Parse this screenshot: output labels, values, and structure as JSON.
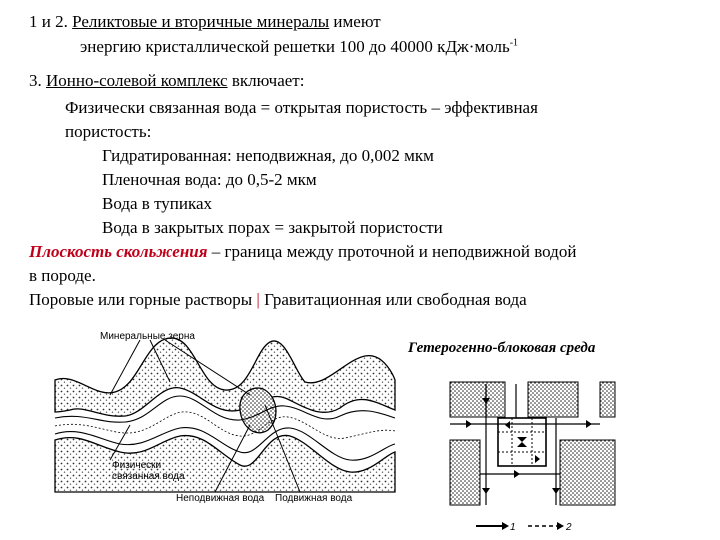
{
  "text": {
    "l1_prefix": "1 и 2. ",
    "l1_link": "Реликтовые и вторичные минералы",
    "l1_suffix": " имеют",
    "l2_main": "энергию кристаллической решетки 100  до 40000 кДж·моль",
    "l2_sup": "-1",
    "l3_prefix": "3. ",
    "l3_link": "Ионно-солевой комплекс",
    "l3_suffix": " включает:",
    "l4": "Физически связанная вода = открытая пористость – эффективная",
    "l5": "пористость:",
    "l6": "Гидратированная: неподвижная, до 0,002 мкм",
    "l7": "Пленочная вода: до 0,5-2 мкм",
    "l8": "Вода в тупиках",
    "l9": "Вода в закрытых порах = закрытой пористости",
    "l10_red": "Плоскость скольжения",
    "l10_rest": " – граница между проточной и неподвижной водой",
    "l11": "в породе.",
    "l12_a": "Поровые или горные растворы ",
    "l12_sep": "|",
    "l12_b": " Гравитационная или свободная вода"
  },
  "figure_left": {
    "label_grains": "Минеральные зерна",
    "label_bound_1": "Физически",
    "label_bound_2": "связанная вода",
    "label_immobile": "Неподвижная вода",
    "label_mobile": "Подвижная вода"
  },
  "figure_right": {
    "caption": "Гетерогенно-блоковая среда",
    "legend_1": "1",
    "legend_2": "2"
  },
  "colors": {
    "accent": "#c0001a",
    "text": "#000000"
  }
}
